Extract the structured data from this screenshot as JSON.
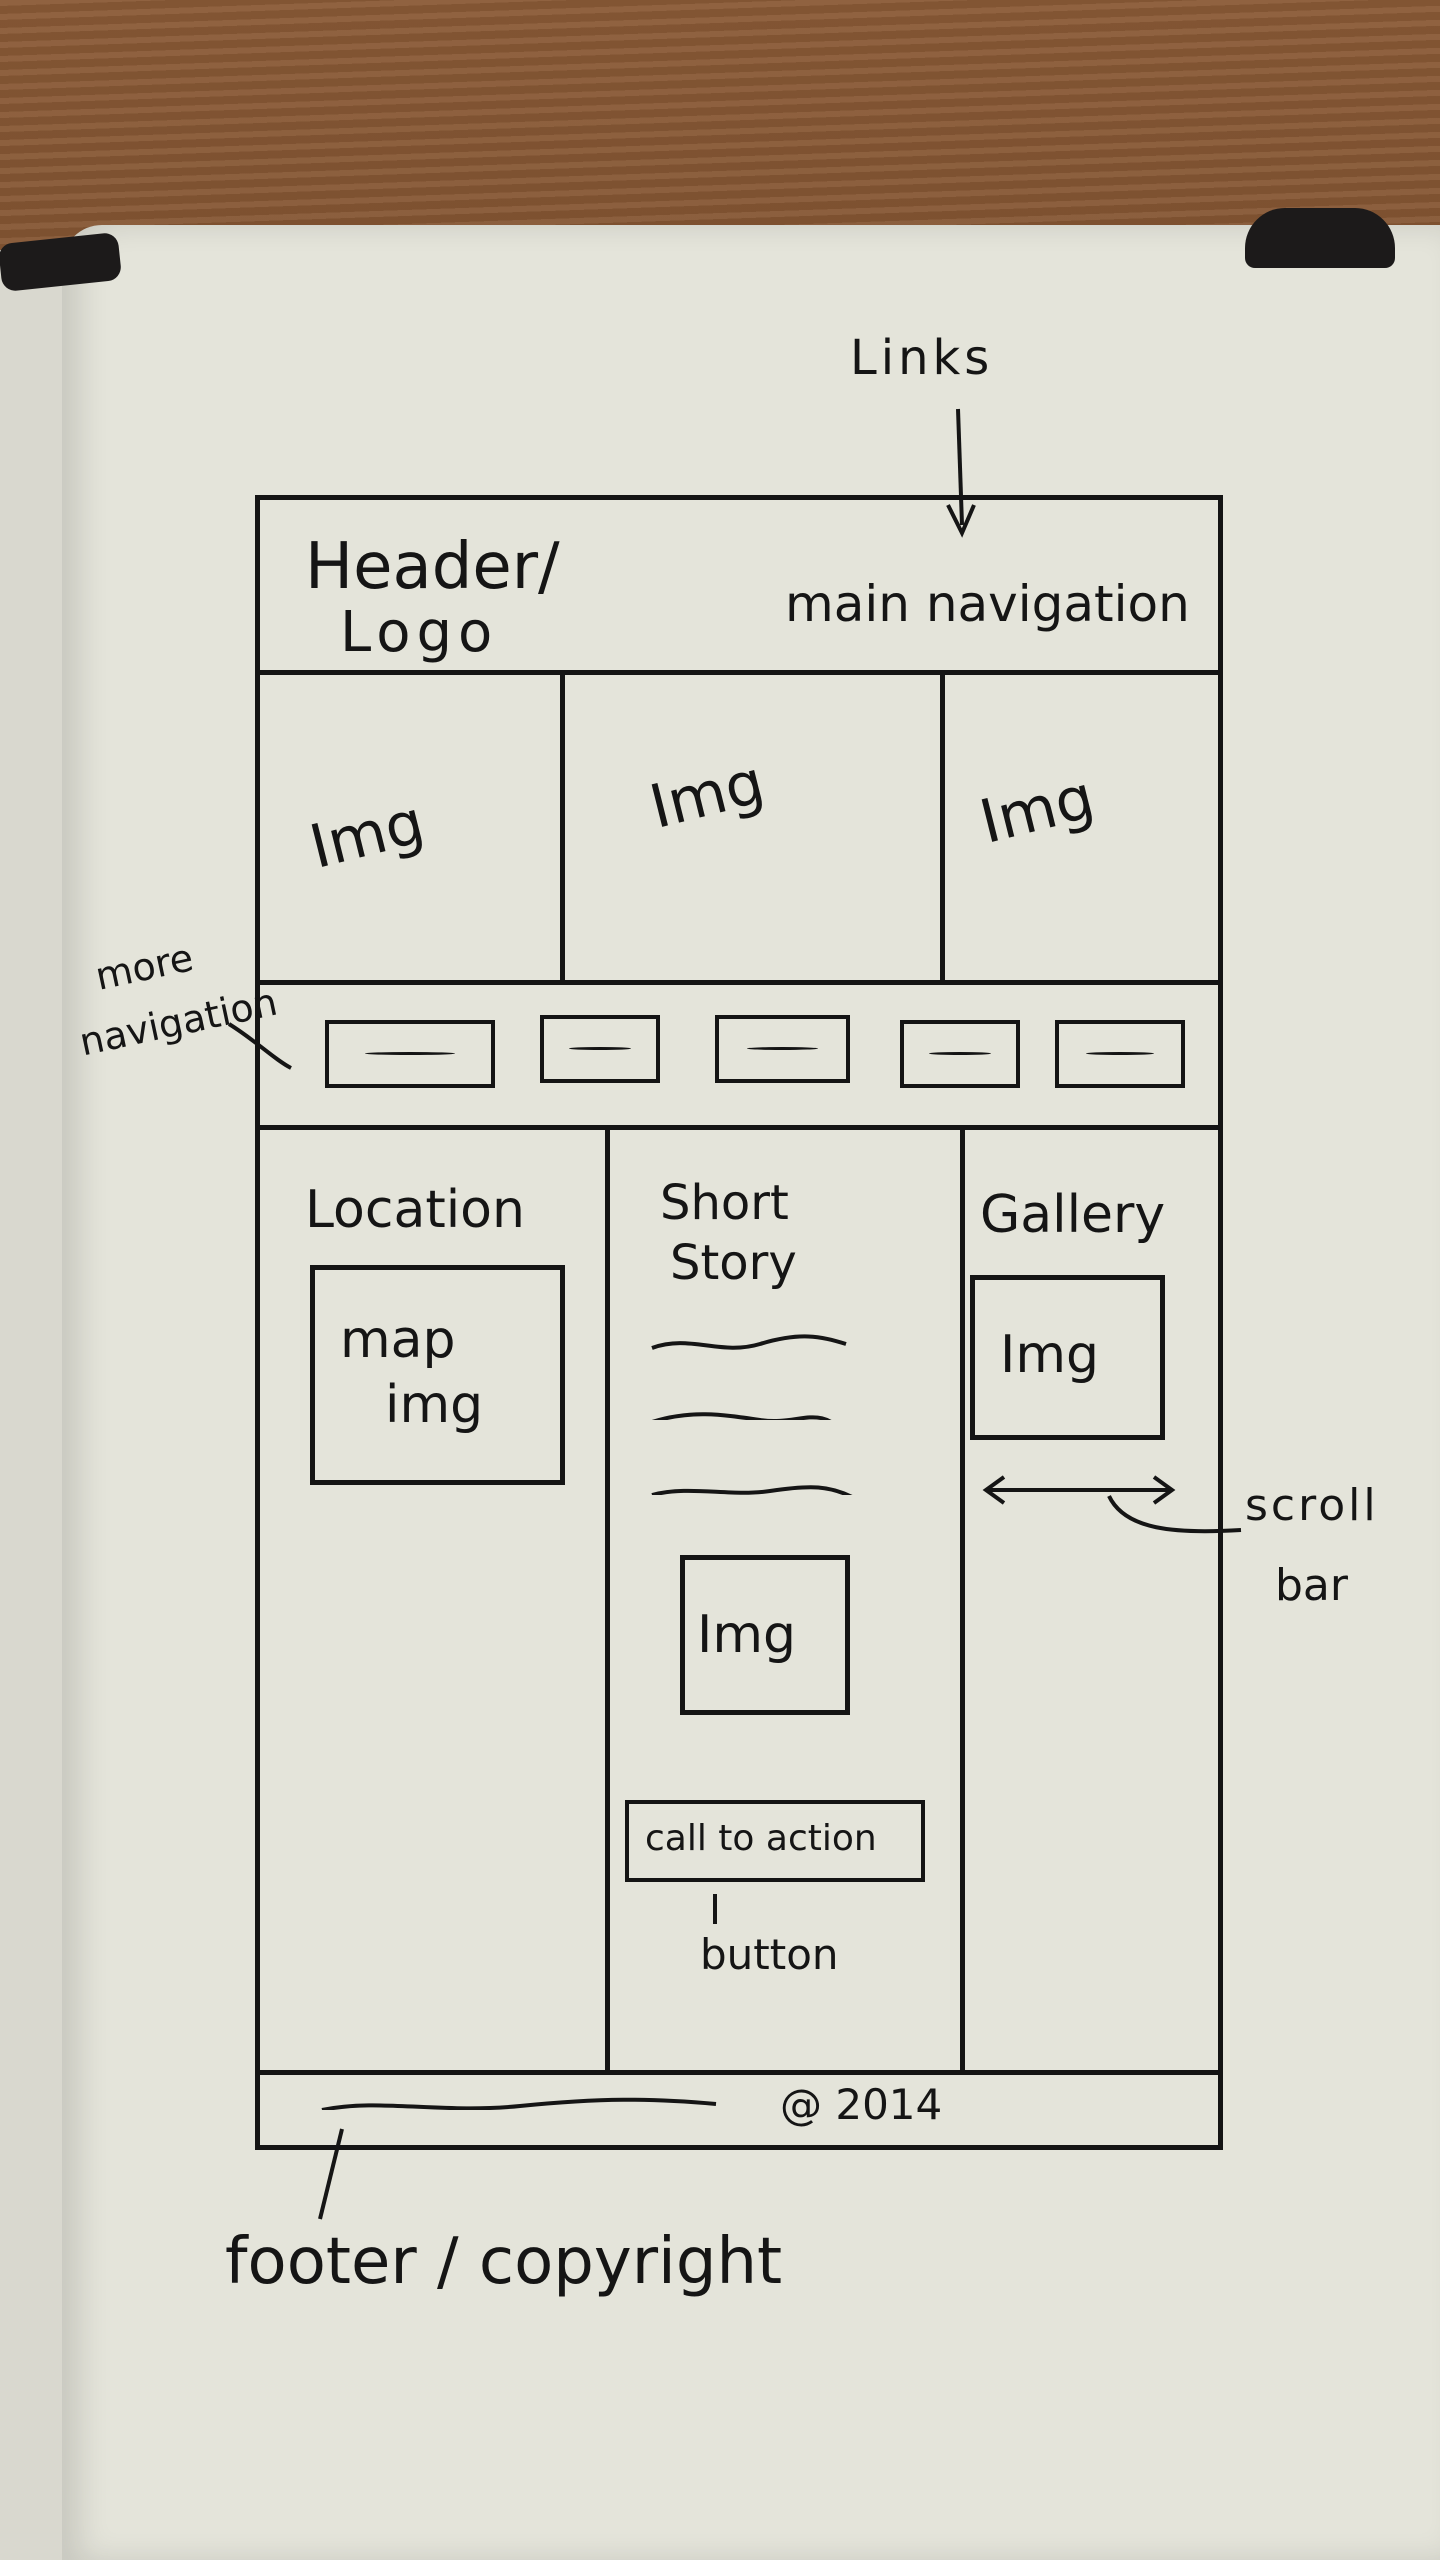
{
  "annotations": {
    "links": "Links",
    "more_navigation_line1": "more",
    "more_navigation_line2": "navigation",
    "scroll_bar_line1": "scroll",
    "scroll_bar_line2": "bar",
    "footer_copyright": "footer / copyright"
  },
  "header": {
    "logo_line1": "Header/",
    "logo_line2": "Logo",
    "main_navigation": "main navigation"
  },
  "hero": {
    "images": [
      "Img",
      "Img",
      "Img"
    ]
  },
  "more_navigation": {
    "item_count": 5
  },
  "columns": {
    "location": {
      "title": "Location",
      "map_line1": "map",
      "map_line2": "img"
    },
    "short_story": {
      "title_line1": "Short",
      "title_line2": "Story",
      "image": "Img",
      "cta_button": "call to action",
      "cta_note": "button"
    },
    "gallery": {
      "title": "Gallery",
      "image": "Img"
    }
  },
  "footer": {
    "copyright": "@ 2014"
  }
}
